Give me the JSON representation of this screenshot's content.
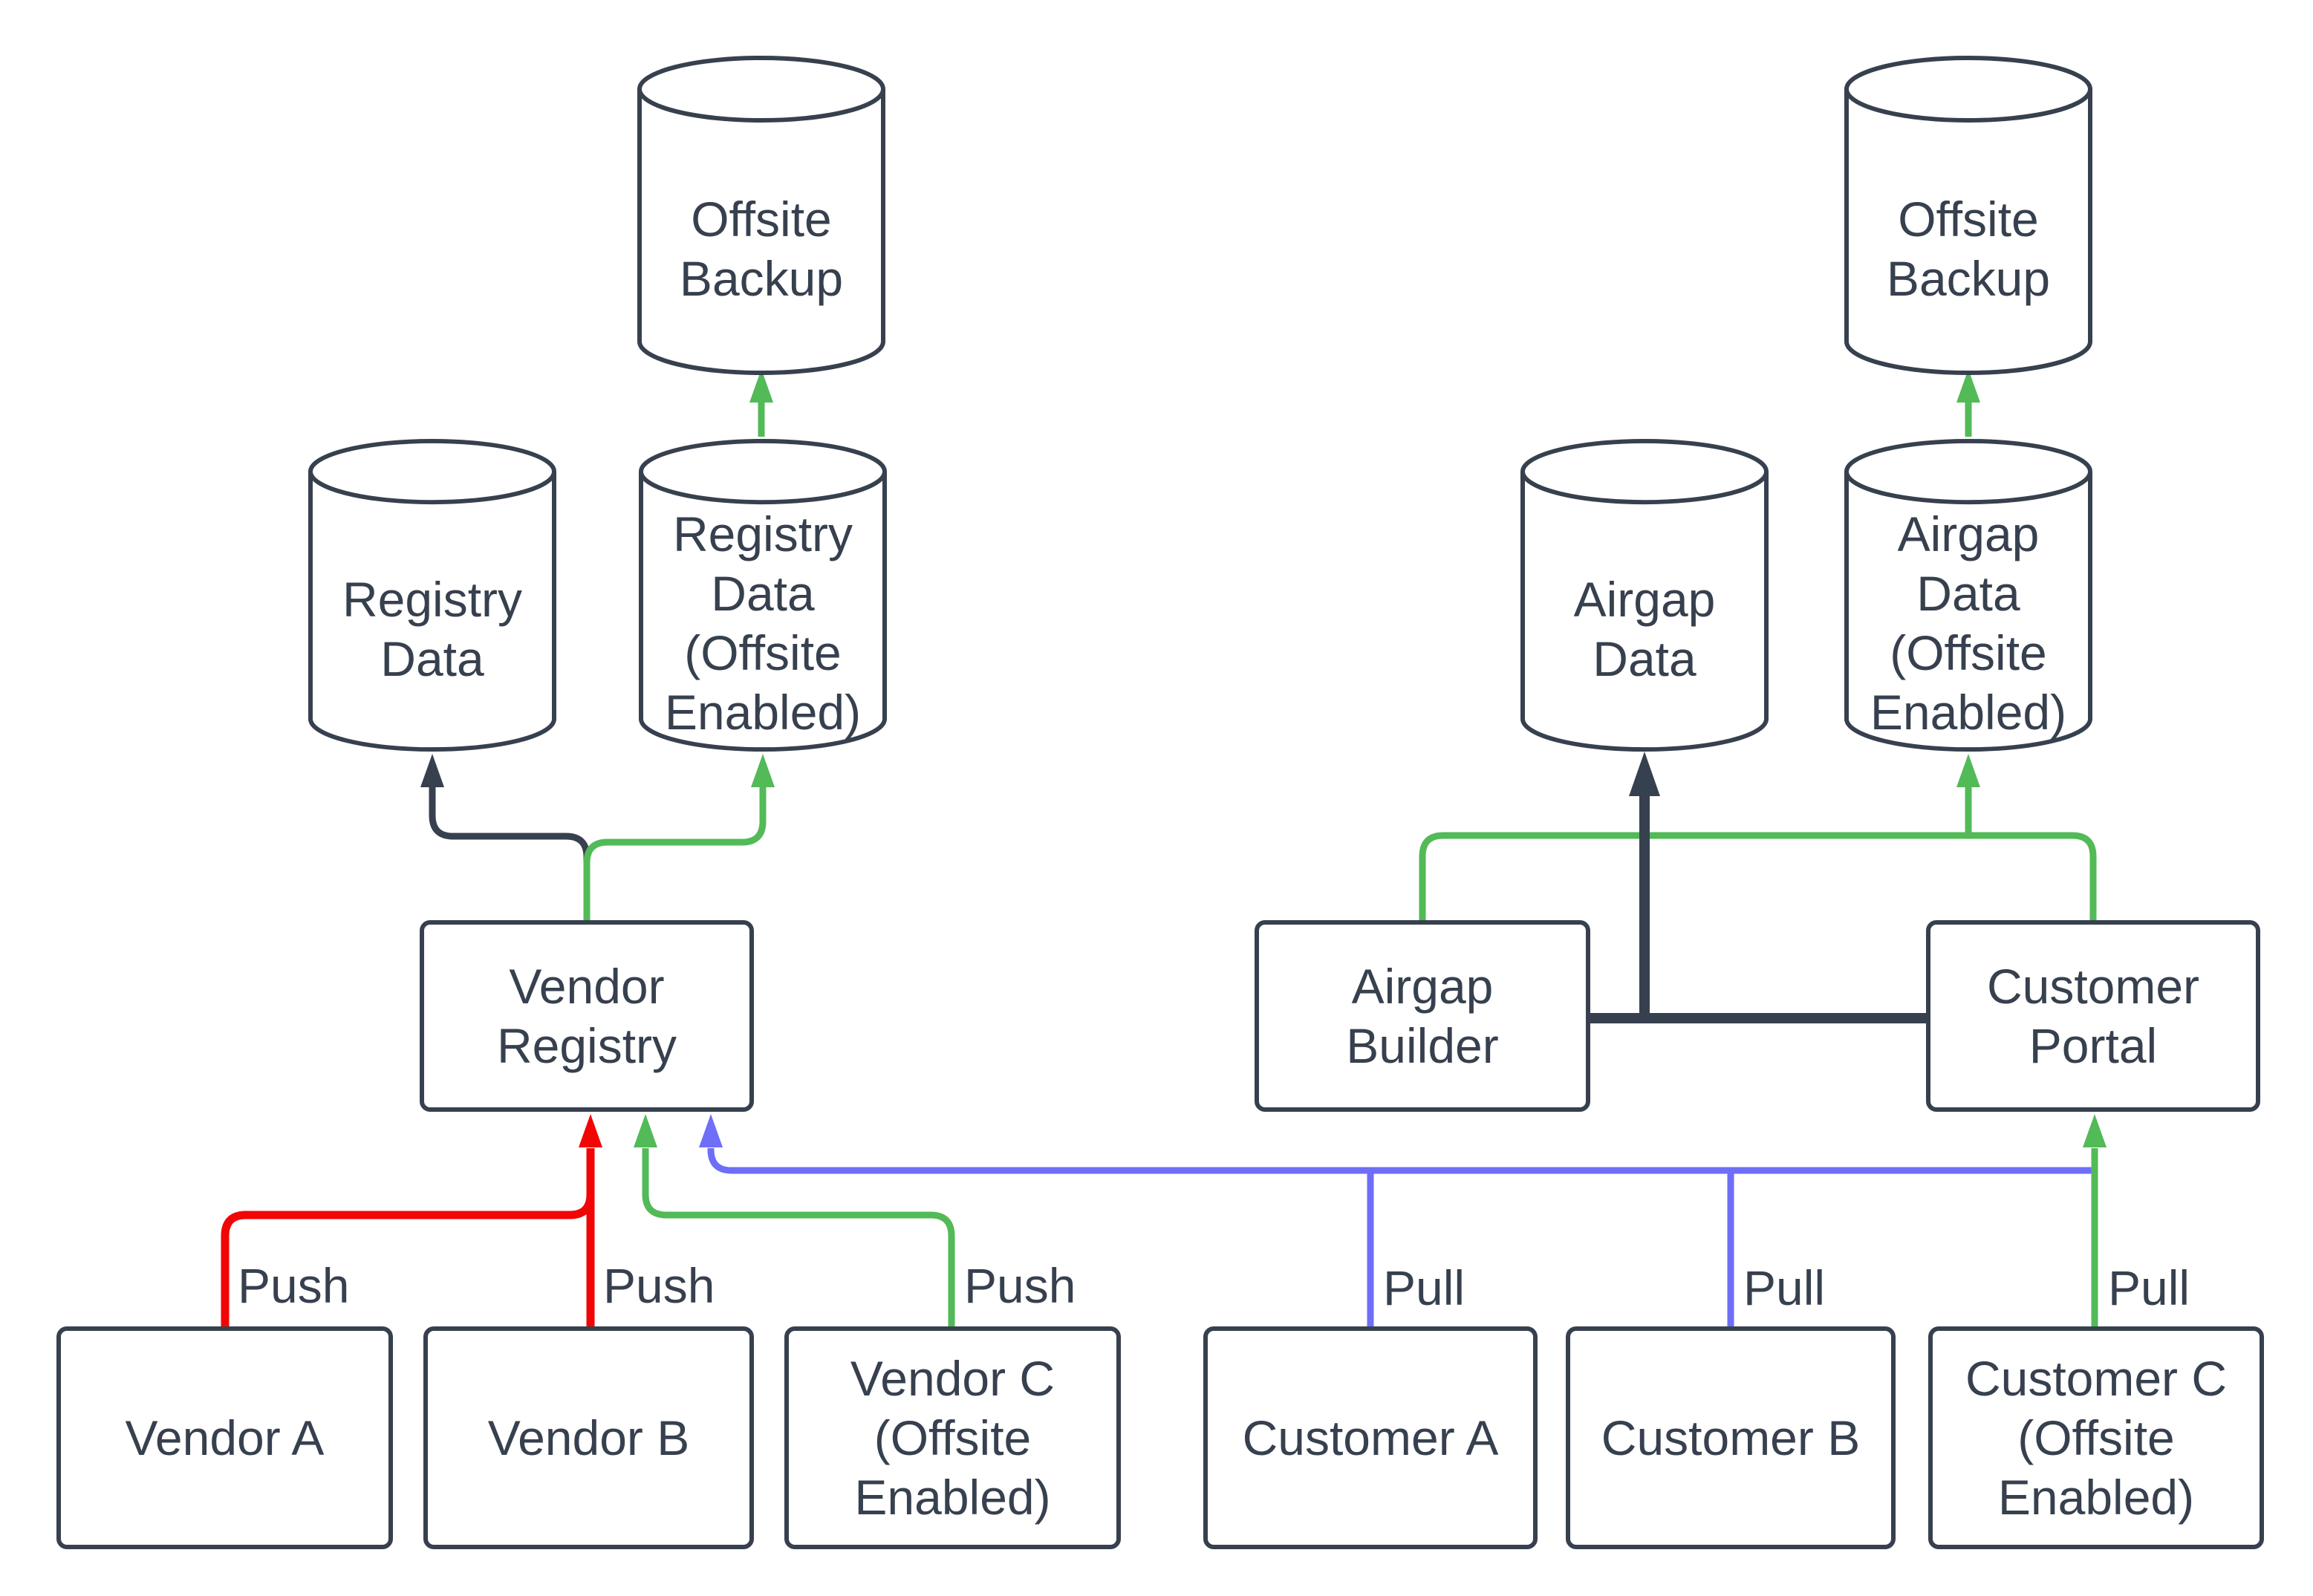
{
  "colors": {
    "background": "#FFFFFF",
    "node_fill": "#FFFFFF",
    "node_stroke": "#37404E",
    "text": "#37404E",
    "edge_dark": "#37404E",
    "edge_green": "#52BA57",
    "edge_red": "#F20505",
    "edge_blue": "#6E6EF8"
  },
  "nodes": {
    "offsite_backup_left": {
      "label": "Offsite\nBackup"
    },
    "registry_data": {
      "label": "Registry\nData"
    },
    "registry_data_offsite": {
      "label": "Registry\nData\n(Offsite\nEnabled)"
    },
    "vendor_registry": {
      "label": "Vendor\nRegistry"
    },
    "vendor_a": {
      "label": "Vendor A"
    },
    "vendor_b": {
      "label": "Vendor B"
    },
    "vendor_c": {
      "label": "Vendor C\n(Offsite\nEnabled)"
    },
    "airgap_data": {
      "label": "Airgap\nData"
    },
    "airgap_data_offsite": {
      "label": "Airgap\nData\n(Offsite\nEnabled)"
    },
    "airgap_builder": {
      "label": "Airgap\nBuilder"
    },
    "customer_portal": {
      "label": "Customer\nPortal"
    },
    "customer_a": {
      "label": "Customer A"
    },
    "customer_b": {
      "label": "Customer B"
    },
    "customer_c": {
      "label": "Customer C\n(Offsite\nEnabled)"
    },
    "offsite_backup_right": {
      "label": "Offsite\nBackup"
    }
  },
  "edge_labels": {
    "vendor_a_push": "Push",
    "vendor_b_push": "Push",
    "vendor_c_push": "Push",
    "customer_a_pull": "Pull",
    "customer_b_pull": "Pull",
    "customer_c_pull": "Pull"
  }
}
